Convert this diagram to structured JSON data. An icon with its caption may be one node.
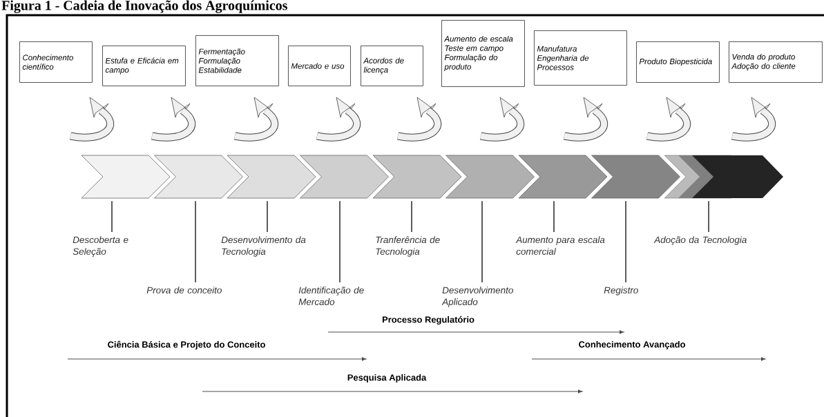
{
  "diagram": {
    "title": "Figura 1 - Cadeia de Inovação dos Agroquímicos",
    "nodes": [
      {
        "text": [
          "Conhecimento científico"
        ]
      },
      {
        "text": [
          "Estufa e Eficácia em campo"
        ]
      },
      {
        "text": [
          "Fermentação",
          "Formulação",
          "Estabilidade"
        ]
      },
      {
        "text": [
          "Mercado e uso"
        ]
      },
      {
        "text": [
          "Acordos de licença"
        ]
      },
      {
        "text": [
          "Aumento de escala",
          "Teste em campo",
          "Formulação do produto"
        ]
      },
      {
        "text": [
          "Manufatura",
          "Engenharia de Processos"
        ]
      },
      {
        "text": [
          "Produto Biopesticida"
        ]
      },
      {
        "text": [
          "Venda do produto",
          "Adoção do cliente"
        ]
      },
      {
        "text": [],
        "shape": "chevron"
      },
      {
        "text": [],
        "shape": "chevron"
      },
      {
        "text": [],
        "shape": "chevron"
      },
      {
        "text": [],
        "shape": "chevron"
      },
      {
        "text": [],
        "shape": "chevron"
      },
      {
        "text": [],
        "shape": "chevron"
      },
      {
        "text": [],
        "shape": "chevron"
      },
      {
        "text": [],
        "shape": "chevron"
      },
      {
        "text": [],
        "shape": "chevron"
      },
      {
        "text": [
          "Descoberta e Seleção"
        ]
      },
      {
        "text": [
          "Prova de conceito"
        ]
      },
      {
        "text": [
          "Desenvolvimento da Tecnologia"
        ]
      },
      {
        "text": [
          "Identificação de Mercado"
        ]
      },
      {
        "text": [
          "Tranferência de Tecnologia"
        ]
      },
      {
        "text": [
          "Desenvolvimento Aplicado"
        ]
      },
      {
        "text": [
          "Aumento para escala comercial"
        ]
      },
      {
        "text": [
          "Registro"
        ]
      },
      {
        "text": [
          "Adoção da Tecnologia"
        ]
      }
    ],
    "edges": [
      {
        "from": 18,
        "to": 9,
        "arrow": "none"
      },
      {
        "from": 19,
        "to": 10,
        "arrow": "none"
      },
      {
        "from": 20,
        "to": 11,
        "arrow": "none"
      },
      {
        "from": 21,
        "to": 12,
        "arrow": "none"
      },
      {
        "from": 22,
        "to": 13,
        "arrow": "none"
      },
      {
        "from": 23,
        "to": 14,
        "arrow": "none"
      },
      {
        "from": 24,
        "to": 15,
        "arrow": "none"
      },
      {
        "from": 25,
        "to": 16,
        "arrow": "none"
      },
      {
        "from": 26,
        "to": 17,
        "arrow": "none"
      }
    ],
    "labels": [
      "Processo Regulatório",
      "Ciência Básica e Projeto do Conceito",
      "Conhecimento Avançado",
      "Pesquisa Aplicada"
    ]
  }
}
